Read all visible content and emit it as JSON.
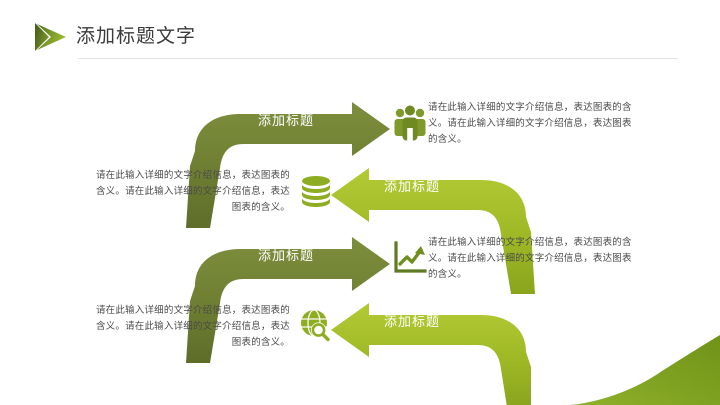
{
  "slide": {
    "title": "添加标题文字",
    "title_icon": "play-triangle-icon",
    "accent_dark": "#6f7f33",
    "accent_light": "#a2bb29",
    "corner_accent": "#7faa1e"
  },
  "rows": [
    {
      "id": "row-1",
      "direction": "right",
      "arrow_label": "添加标题",
      "icon": "people-group-icon",
      "body_text": "请在此输入详细的文字介绍信息，表达图表的含义。请在此输入详细的文字介绍信息，表达图表的含义。",
      "text_side": "right",
      "color": "#6f7f33"
    },
    {
      "id": "row-2",
      "direction": "left",
      "arrow_label": "添加标题",
      "icon": "database-stack-icon",
      "body_text": "请在此输入详细的文字介绍信息，表达图表的含义。请在此输入详细的文字介绍信息，表达图表的含义。",
      "text_side": "left",
      "color": "#a2bb29"
    },
    {
      "id": "row-3",
      "direction": "right",
      "arrow_label": "添加标题",
      "icon": "line-chart-up-icon",
      "body_text": "请在此输入详细的文字介绍信息，表达图表的含义。请在此输入详细的文字介绍信息，表达图表的含义。",
      "text_side": "right",
      "color": "#6f7f33"
    },
    {
      "id": "row-4",
      "direction": "left",
      "arrow_label": "添加标题",
      "icon": "globe-search-icon",
      "body_text": "请在此输入详细的文字介绍信息，表达图表的含义。请在此输入详细的文字介绍信息，表达图表的含义。",
      "text_side": "left",
      "color": "#a2bb29"
    }
  ]
}
